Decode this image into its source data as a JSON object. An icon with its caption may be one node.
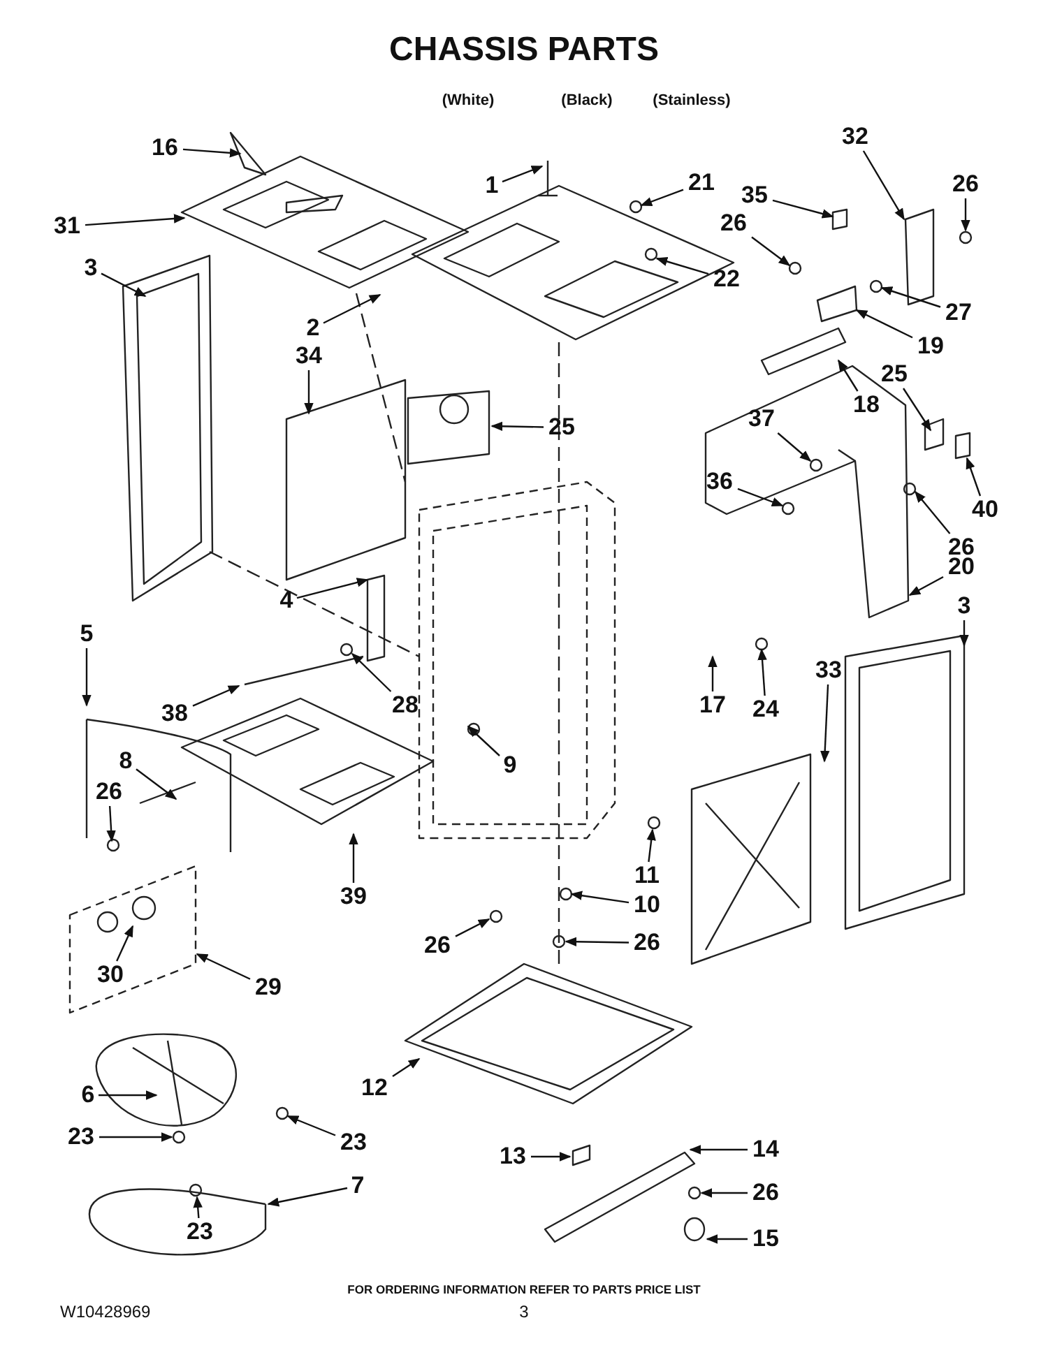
{
  "diagram": {
    "title": "CHASSIS PARTS",
    "nodes": [
      {
        "text": [
          "16"
        ]
      },
      {
        "text": [
          "31"
        ]
      },
      {
        "text": [
          "1"
        ]
      },
      {
        "text": [
          "21"
        ]
      },
      {
        "text": [
          "3"
        ]
      },
      {
        "text": [
          "2"
        ]
      },
      {
        "text": [
          "26"
        ]
      },
      {
        "text": [
          "22"
        ]
      },
      {
        "text": [
          "32"
        ]
      },
      {
        "text": [
          "26"
        ]
      },
      {
        "text": [
          "35"
        ]
      },
      {
        "text": [
          "34"
        ]
      },
      {
        "text": [
          "19"
        ]
      },
      {
        "text": [
          "27"
        ]
      },
      {
        "text": [
          "18"
        ]
      },
      {
        "text": [
          "25"
        ]
      },
      {
        "text": [
          "25"
        ]
      },
      {
        "text": [
          "37"
        ]
      },
      {
        "text": [
          "36"
        ]
      },
      {
        "text": [
          "40"
        ]
      },
      {
        "text": [
          "26"
        ]
      },
      {
        "text": [
          "4"
        ]
      },
      {
        "text": [
          "20"
        ]
      },
      {
        "text": [
          "3"
        ]
      },
      {
        "text": [
          "28"
        ]
      },
      {
        "text": [
          "38"
        ]
      },
      {
        "text": [
          "5"
        ]
      },
      {
        "text": [
          "9"
        ]
      },
      {
        "text": [
          "17"
        ]
      },
      {
        "text": [
          "24"
        ]
      },
      {
        "text": [
          "33"
        ]
      },
      {
        "text": [
          "8"
        ]
      },
      {
        "text": [
          "26"
        ]
      },
      {
        "text": [
          "39"
        ]
      },
      {
        "text": [
          "11"
        ]
      },
      {
        "text": [
          "10"
        ]
      },
      {
        "text": [
          "30"
        ]
      },
      {
        "text": [
          "29"
        ]
      },
      {
        "text": [
          "26"
        ]
      },
      {
        "text": [
          "26"
        ]
      },
      {
        "text": [
          "6"
        ]
      },
      {
        "text": [
          "12"
        ]
      },
      {
        "text": [
          "23"
        ]
      },
      {
        "text": [
          "23"
        ]
      },
      {
        "text": [
          "13"
        ]
      },
      {
        "text": [
          "14"
        ]
      },
      {
        "text": [
          "7"
        ]
      },
      {
        "text": [
          "26"
        ]
      },
      {
        "text": [
          "23"
        ]
      },
      {
        "text": [
          "15"
        ]
      }
    ],
    "edges": [
      {
        "from": 0,
        "to": null,
        "arrow": "to"
      },
      {
        "from": 1,
        "to": null,
        "arrow": "to"
      },
      {
        "from": 2,
        "to": null,
        "arrow": "to"
      },
      {
        "from": 3,
        "to": null,
        "arrow": "to"
      },
      {
        "from": 4,
        "to": null,
        "arrow": "to"
      },
      {
        "from": 5,
        "to": null,
        "arrow": "to"
      },
      {
        "from": 6,
        "to": null,
        "arrow": "to"
      },
      {
        "from": 7,
        "to": null,
        "arrow": "to"
      },
      {
        "from": 8,
        "to": null,
        "arrow": "to"
      },
      {
        "from": 9,
        "to": null,
        "arrow": "to"
      },
      {
        "from": 10,
        "to": null,
        "arrow": "to"
      },
      {
        "from": 11,
        "to": null,
        "arrow": "to"
      },
      {
        "from": 12,
        "to": null,
        "arrow": "to"
      },
      {
        "from": 13,
        "to": null,
        "arrow": "to"
      },
      {
        "from": 14,
        "to": null,
        "arrow": "to"
      },
      {
        "from": 15,
        "to": null,
        "arrow": "to"
      },
      {
        "from": 16,
        "to": null,
        "arrow": "to"
      },
      {
        "from": 17,
        "to": null,
        "arrow": "to"
      },
      {
        "from": 18,
        "to": null,
        "arrow": "to"
      },
      {
        "from": 19,
        "to": null,
        "arrow": "to"
      },
      {
        "from": 20,
        "to": null,
        "arrow": "to"
      },
      {
        "from": 21,
        "to": null,
        "arrow": "to"
      },
      {
        "from": 22,
        "to": null,
        "arrow": "to"
      },
      {
        "from": 23,
        "to": null,
        "arrow": "to"
      },
      {
        "from": 24,
        "to": null,
        "arrow": "to"
      },
      {
        "from": 25,
        "to": null,
        "arrow": "to"
      },
      {
        "from": 26,
        "to": null,
        "arrow": "to"
      },
      {
        "from": 27,
        "to": null,
        "arrow": "to"
      },
      {
        "from": 28,
        "to": null,
        "arrow": "to"
      },
      {
        "from": 29,
        "to": null,
        "arrow": "to"
      },
      {
        "from": 30,
        "to": null,
        "arrow": "to"
      },
      {
        "from": 31,
        "to": null,
        "arrow": "to"
      },
      {
        "from": 32,
        "to": null,
        "arrow": "to"
      },
      {
        "from": 33,
        "to": null,
        "arrow": "to"
      },
      {
        "from": 34,
        "to": null,
        "arrow": "to"
      },
      {
        "from": 35,
        "to": null,
        "arrow": "to"
      },
      {
        "from": 36,
        "to": null,
        "arrow": "to"
      },
      {
        "from": 37,
        "to": null,
        "arrow": "to"
      },
      {
        "from": 38,
        "to": null,
        "arrow": "to"
      },
      {
        "from": 39,
        "to": null,
        "arrow": "to"
      },
      {
        "from": 40,
        "to": null,
        "arrow": "to"
      },
      {
        "from": 41,
        "to": null,
        "arrow": "to"
      },
      {
        "from": 42,
        "to": null,
        "arrow": "to"
      },
      {
        "from": 43,
        "to": null,
        "arrow": "to"
      },
      {
        "from": 44,
        "to": null,
        "arrow": "to"
      },
      {
        "from": 45,
        "to": null,
        "arrow": "to"
      },
      {
        "from": 46,
        "to": null,
        "arrow": "to"
      },
      {
        "from": 47,
        "to": null,
        "arrow": "to"
      },
      {
        "from": 48,
        "to": null,
        "arrow": "to"
      },
      {
        "from": 49,
        "to": null,
        "arrow": "to"
      }
    ],
    "labels": [
      "(White)",
      "(Black)",
      "(Stainless)",
      "FOR ORDERING INFORMATION REFER TO PARTS PRICE LIST",
      "W10428969",
      "3"
    ]
  }
}
